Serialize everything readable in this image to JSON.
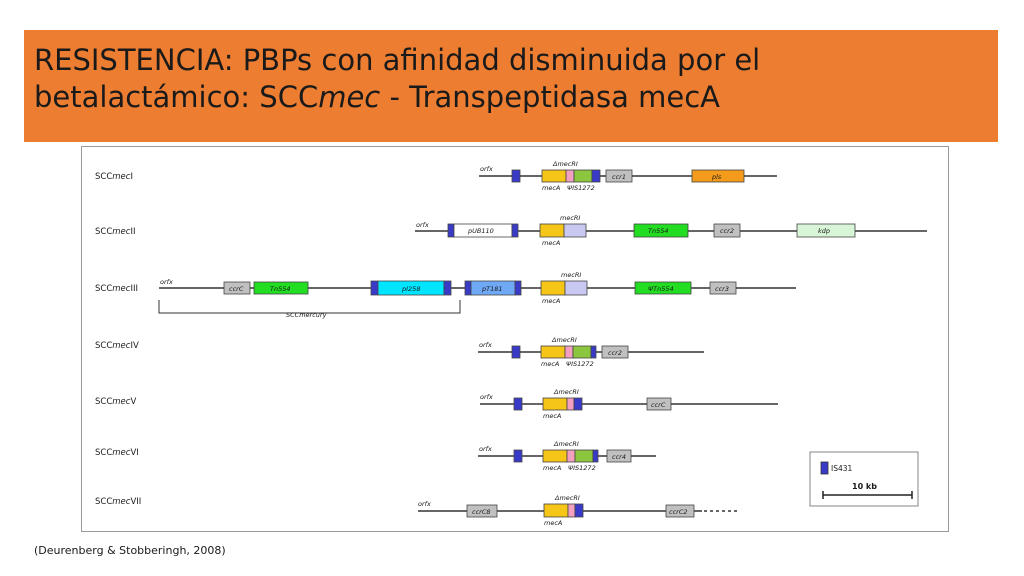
{
  "slide": {
    "title_line1": "RESISTENCIA: PBPs con afinidad disminuida por el",
    "title_line2_a": "betalactámico: SCC",
    "title_line2_italic": "mec",
    "title_line2_b": " - Transpeptidasa mecA",
    "citation": "(Deurenberg & Stobberingh, 2008)",
    "accent_color": "#ed7d31"
  },
  "diagram": {
    "colors": {
      "meca": "#f5c518",
      "mecri": "#f3a0c0",
      "mecr1_full": "#c8c8f0",
      "is1272": "#8cc63f",
      "ccr": "#c0c0c0",
      "is431": "#3a3ac8",
      "tn554": "#22dd22",
      "pub110": "#ffffff",
      "pt181": "#6fa8f5",
      "pi258": "#00e5ff",
      "pls": "#f59b1c",
      "kdp": "#d8f5d8"
    },
    "rows": [
      {
        "label_a": "SCC",
        "label_i": "mec",
        "label_b": "I",
        "orfx": "orfx",
        "top_label": "ΔmecRI",
        "bottom_mecA": "mecA",
        "bottom_is": "ΨIS1272",
        "boxes": [
          {
            "name": "ccr1-box",
            "text": "ccr1",
            "color": "ccr"
          },
          {
            "name": "pls-box",
            "text": "pls",
            "color": "pls"
          }
        ]
      },
      {
        "label_a": "SCC",
        "label_i": "mec",
        "label_b": "II",
        "orfx": "orfx",
        "top_label": "mecRI",
        "bottom_mecA": "mecA",
        "boxes": [
          {
            "name": "pub110-box",
            "text": "pUB110",
            "color": "pub110"
          },
          {
            "name": "tn554-box",
            "text": "Tn554",
            "color": "tn554"
          },
          {
            "name": "ccr2-box",
            "text": "ccr2",
            "color": "ccr"
          },
          {
            "name": "kdp-box",
            "text": "kdp",
            "color": "kdp"
          }
        ]
      },
      {
        "label_a": "SCC",
        "label_i": "mec",
        "label_b": "III",
        "orfx": "orfx",
        "top_label": "mecRI",
        "bottom_mecA": "mecA",
        "bracket_label": "SCCmercury",
        "boxes": [
          {
            "name": "ccrc-box",
            "text": "ccrC",
            "color": "ccr"
          },
          {
            "name": "tn554-box",
            "text": "Tn554",
            "color": "tn554"
          },
          {
            "name": "pi258-box",
            "text": "pI258",
            "color": "pi258"
          },
          {
            "name": "pt181-box",
            "text": "pT181",
            "color": "pt181"
          },
          {
            "name": "psi-tn554-box",
            "text": "ΨTn554",
            "color": "tn554"
          },
          {
            "name": "ccr3-box",
            "text": "ccr3",
            "color": "ccr"
          }
        ]
      },
      {
        "label_a": "SCC",
        "label_i": "mec",
        "label_b": "IV",
        "orfx": "orfx",
        "top_label": "ΔmecRI",
        "bottom_mecA": "mecA",
        "bottom_is": "ΨIS1272",
        "boxes": [
          {
            "name": "ccr2-box",
            "text": "ccr2",
            "color": "ccr"
          }
        ]
      },
      {
        "label_a": "SCC",
        "label_i": "mec",
        "label_b": "V",
        "orfx": "orfx",
        "top_label": "ΔmecRI",
        "bottom_mecA": "mecA",
        "boxes": [
          {
            "name": "ccrc-box",
            "text": "ccrC",
            "color": "ccr"
          }
        ]
      },
      {
        "label_a": "SCC",
        "label_i": "mec",
        "label_b": "VI",
        "orfx": "orfx",
        "top_label": "ΔmecRI",
        "bottom_mecA": "mecA",
        "bottom_is": "ΨIS1272",
        "boxes": [
          {
            "name": "ccr4-box",
            "text": "ccr4",
            "color": "ccr"
          }
        ]
      },
      {
        "label_a": "SCC",
        "label_i": "mec",
        "label_b": "VII",
        "orfx": "orfx",
        "top_label": "ΔmecRI",
        "bottom_mecA": "mecA",
        "boxes": [
          {
            "name": "ccrc8-box",
            "text": "ccrC8",
            "color": "ccr"
          },
          {
            "name": "ccrc2-box",
            "text": "ccrC2",
            "color": "ccr"
          }
        ]
      }
    ],
    "legend": {
      "is_label": "IS431",
      "scale_label": "10 kb"
    }
  }
}
